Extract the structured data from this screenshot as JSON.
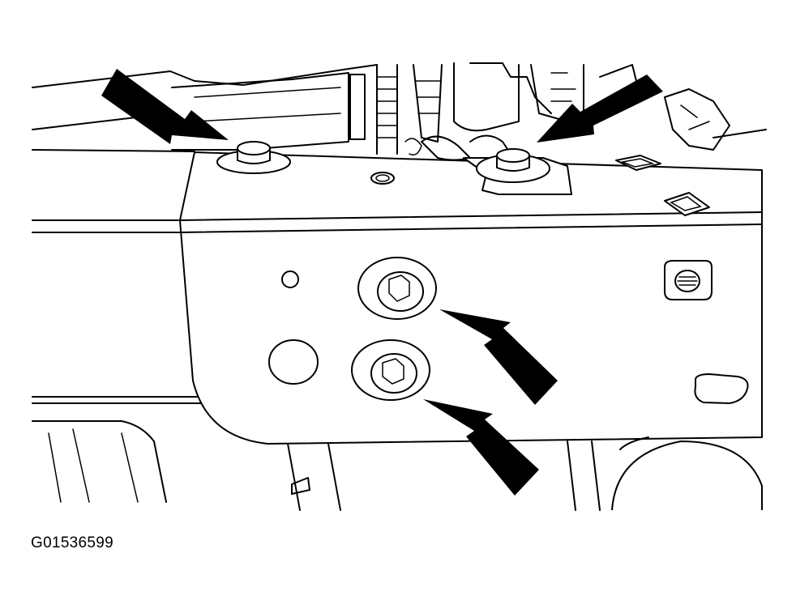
{
  "figure": {
    "id_label": "G01536599"
  },
  "icons": {
    "arrow": "black-pointer-arrow",
    "bolt": "hex-flange-bolt",
    "socket_bolt": "socket-head-bolt"
  },
  "colors": {
    "line": "#000000",
    "background": "#ffffff"
  }
}
